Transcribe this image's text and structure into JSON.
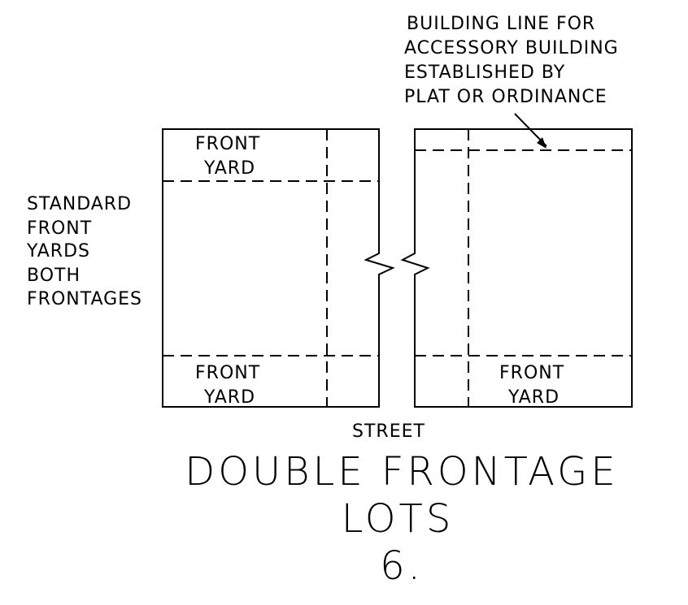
{
  "callout": {
    "lines": [
      "BUILDING LINE FOR",
      "ACCESSORY BUILDING",
      "ESTABLISHED BY",
      "PLAT OR ORDINANCE"
    ]
  },
  "side_note": {
    "lines": [
      "STANDARD",
      "FRONT",
      "YARDS",
      "BOTH",
      "FRONTAGES"
    ]
  },
  "left_lot": {
    "top_yard": [
      "FRONT",
      "YARD"
    ],
    "bottom_yard": [
      "FRONT",
      "YARD"
    ]
  },
  "right_lot": {
    "bottom_yard": [
      "FRONT",
      "YARD"
    ]
  },
  "street_label": "STREET",
  "title": {
    "line1": "DOUBLE FRONTAGE",
    "line2": "LOTS",
    "number": "6."
  }
}
